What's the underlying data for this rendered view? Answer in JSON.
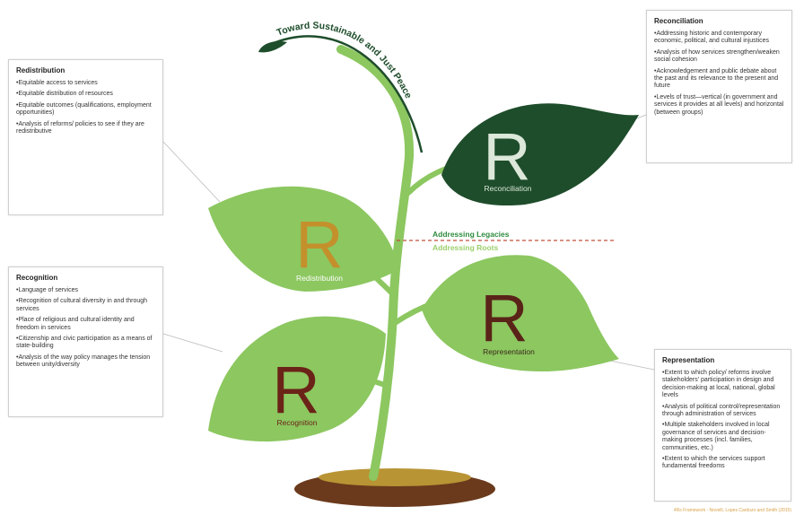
{
  "colors": {
    "leaf_light": "#8cc760",
    "leaf_dark": "#1e4d2b",
    "stem": "#8cc760",
    "redistribution_r": "#c4902c",
    "recognition_r": "#6b2318",
    "representation_r": "#5a2318",
    "reconciliation_r": "#dce8d9",
    "dashed_line": "#c0503a",
    "legacies_text": "#2e8b3e",
    "roots_text": "#9ccf6d",
    "soil": "#6b3a1c"
  },
  "banner": {
    "text": "Toward Sustainable and Just Peace"
  },
  "divider": {
    "upper_label": "Addressing Legacies",
    "lower_label": "Addressing Roots"
  },
  "leaves": {
    "redistribution": {
      "letter": "R",
      "label": "Redistribution"
    },
    "recognition": {
      "letter": "R",
      "label": "Recognition"
    },
    "representation": {
      "letter": "R",
      "label": "Representation"
    },
    "reconciliation": {
      "letter": "R",
      "label": "Reconciliation"
    }
  },
  "boxes": {
    "redistribution": {
      "title": "Redistribution",
      "items": [
        "•Equitable access to services",
        "•Equitable distribution of resources",
        "•Equitable outcomes (qualifications, employment opportunities)",
        "•Analysis of reforms/ policies to see if they are redistributive"
      ]
    },
    "recognition": {
      "title": "Recognition",
      "items": [
        "•Language of services",
        "•Recognition of cultural diversity in and through services",
        "•Place of religious and cultural identity and freedom in services",
        "•Citizenship and civic participation as a means of state-building",
        "•Analysis of the way policy manages the tension between unity/diversity"
      ]
    },
    "reconciliation": {
      "title": "Reconciliation",
      "items": [
        "•Addressing historic and contemporary economic, political, and cultural injustices",
        "•Analysis of how services strengthen/weaken social cohesion",
        "•Acknowledgement and public debate about the past and its relevance to the present and future",
        "•Levels of trust—vertical (in government and services it provides at all levels) and horizontal (between groups)"
      ]
    },
    "representation": {
      "title": "Representation",
      "items": [
        "•Extent to which policy/ reforms involve stakeholders' participation in design and decision-making at local, national, global levels",
        "•Analysis of political control/representation through administration of services",
        "•Multiple stakeholders involved in local governance of services and decision-making processes (incl. families, communities, etc.)",
        "•Extent to which the services support fundamental freedoms"
      ]
    }
  },
  "footer": "4Rs Framework - Novelli, Lopes Cardozo and Smith (2015)"
}
